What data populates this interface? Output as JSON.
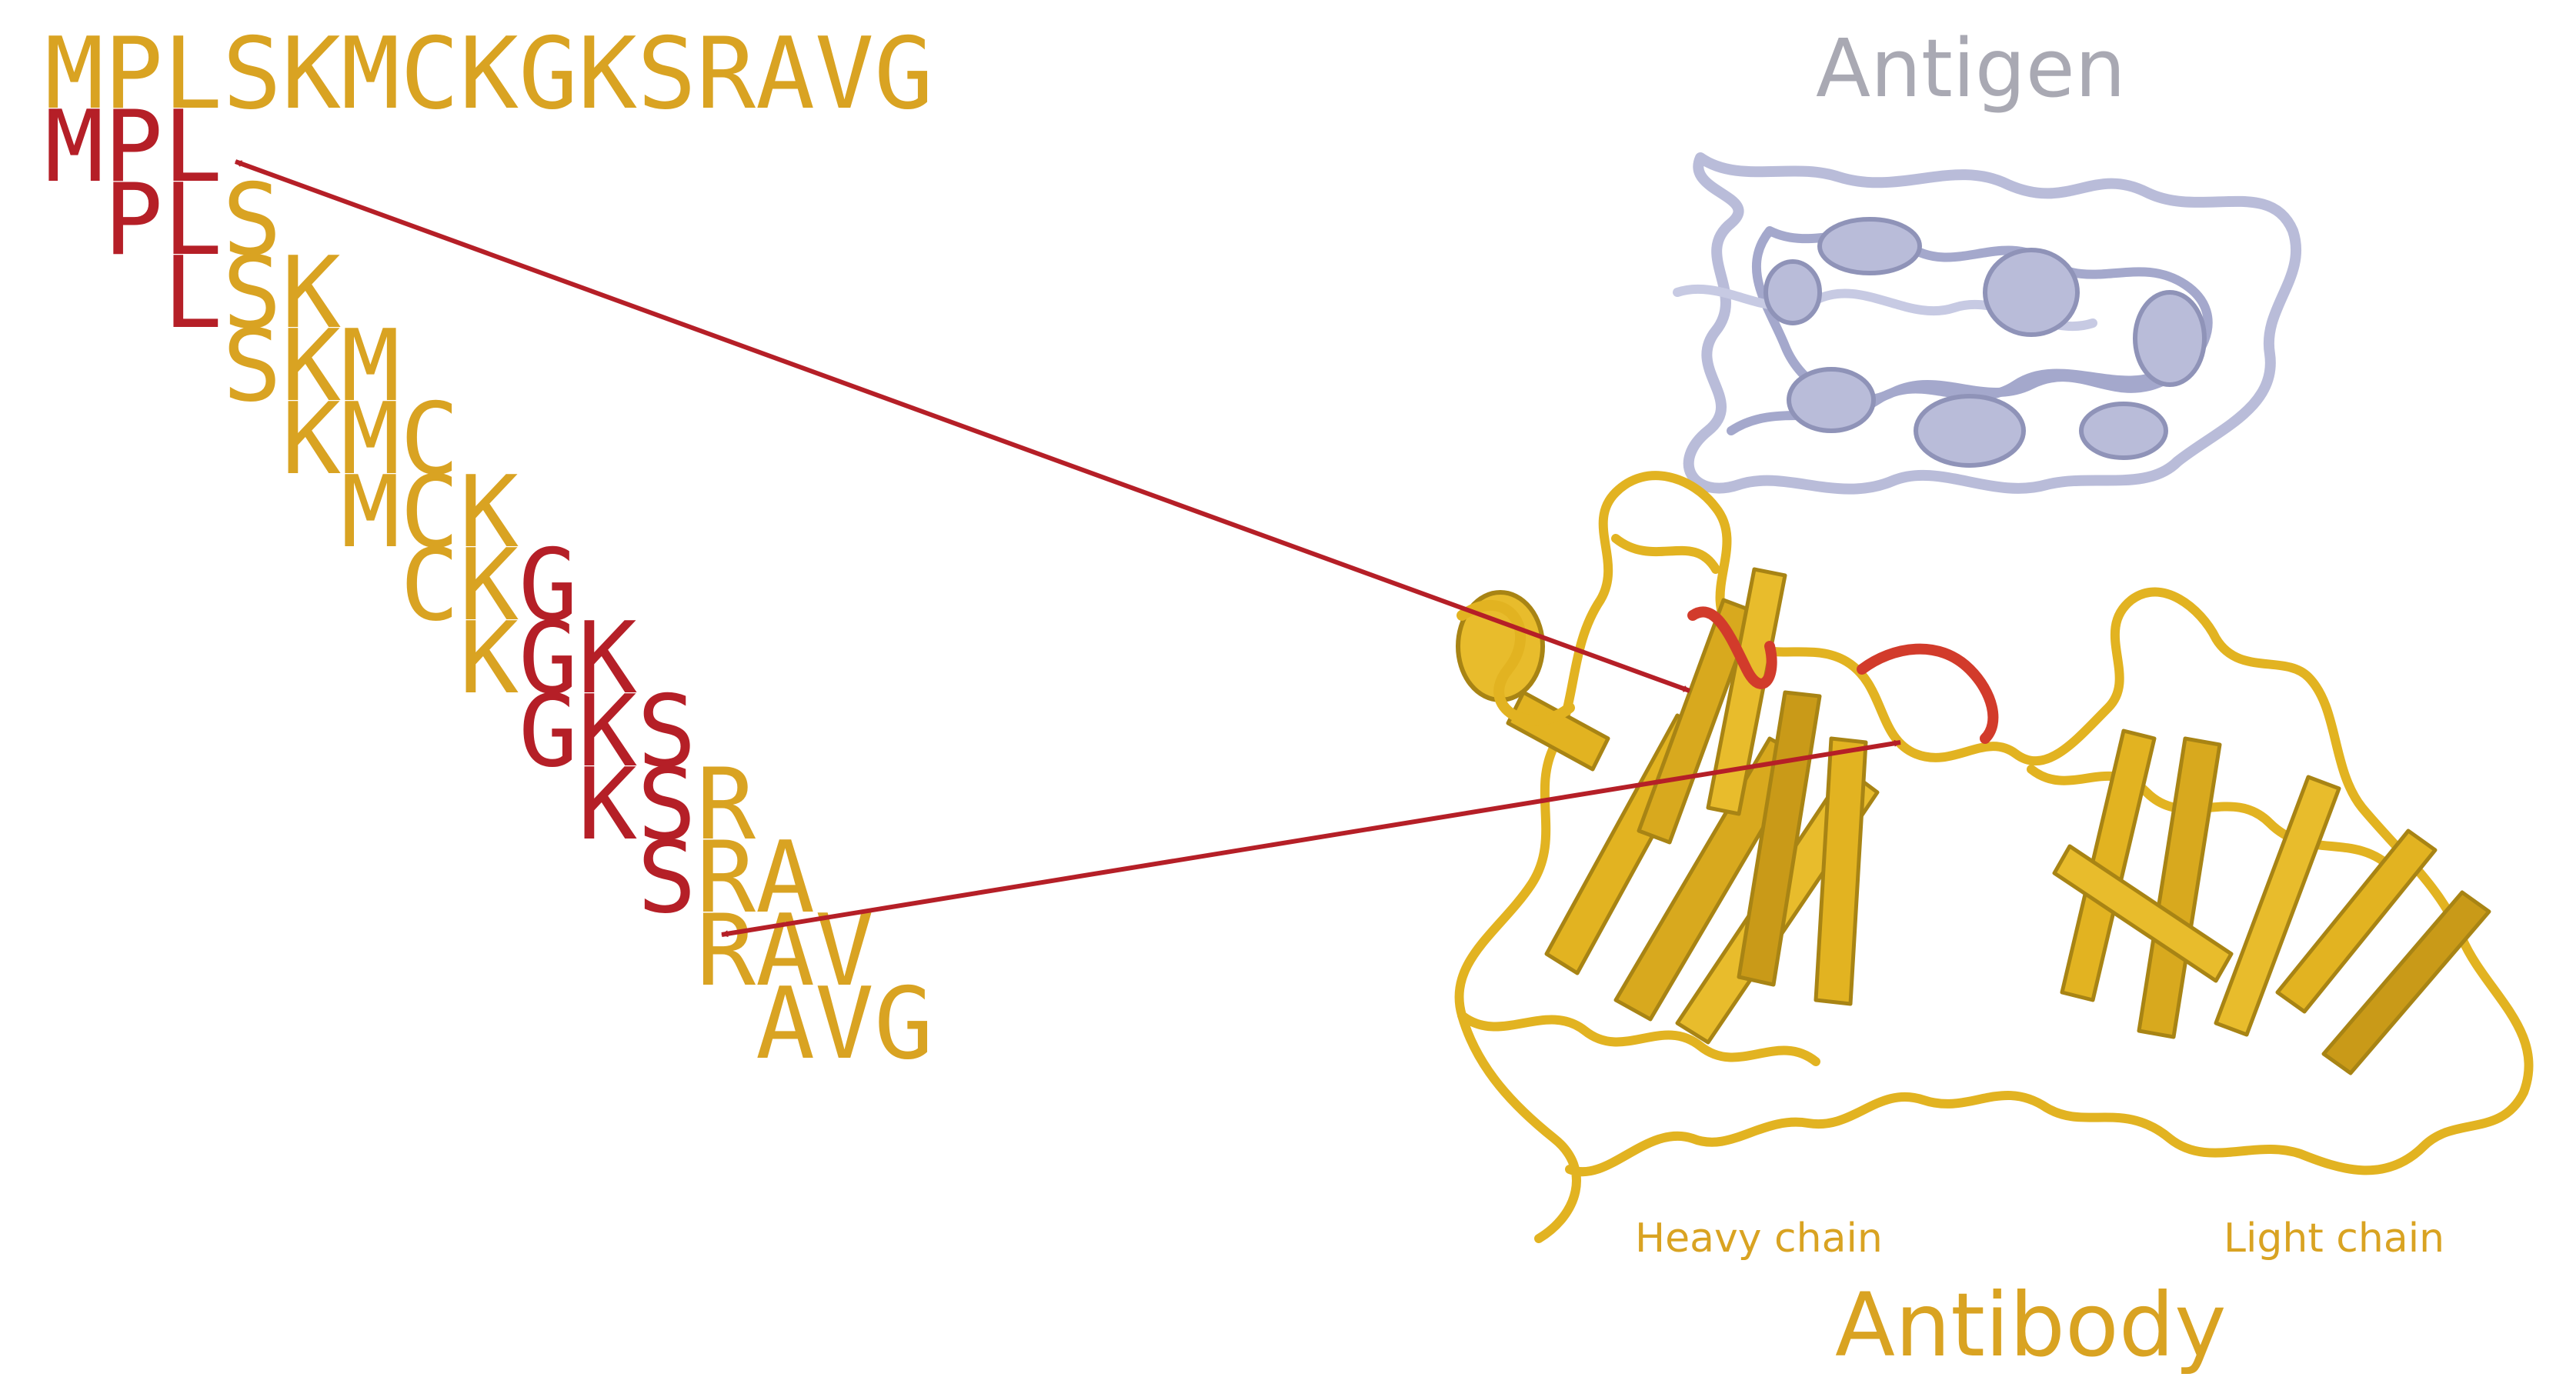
{
  "colors": {
    "gold": "#D9A322",
    "red": "#B51F27",
    "antigen_text": "#A9A9B3",
    "antigen_ribbon": "#B9BCD9",
    "antibody_ribbon": "#E2B321",
    "antibody_dark": "#A88414"
  },
  "full_sequence": "MPLSKMCKGKSRAVG",
  "kmers": [
    {
      "text": "MPL",
      "red": [
        0,
        1,
        2
      ]
    },
    {
      "text": "PLS",
      "red": [
        0,
        1
      ]
    },
    {
      "text": "LSK",
      "red": [
        0
      ]
    },
    {
      "text": "SKM",
      "red": []
    },
    {
      "text": "KMC",
      "red": []
    },
    {
      "text": "MCK",
      "red": []
    },
    {
      "text": "CKG",
      "red": [
        2
      ]
    },
    {
      "text": "KGK",
      "red": [
        1,
        2
      ]
    },
    {
      "text": "GKS",
      "red": [
        0,
        1,
        2
      ]
    },
    {
      "text": "KSR",
      "red": [
        0,
        1
      ]
    },
    {
      "text": "SRA",
      "red": [
        0
      ]
    },
    {
      "text": "RAV",
      "red": []
    },
    {
      "text": "AVG",
      "red": []
    }
  ],
  "labels": {
    "antigen": "Antigen",
    "antibody": "Antibody",
    "heavy_chain": "Heavy chain",
    "light_chain": "Light chain"
  },
  "icons": {
    "antigen": "protein-ribbon-antigen",
    "antibody": "protein-ribbon-antibody"
  }
}
